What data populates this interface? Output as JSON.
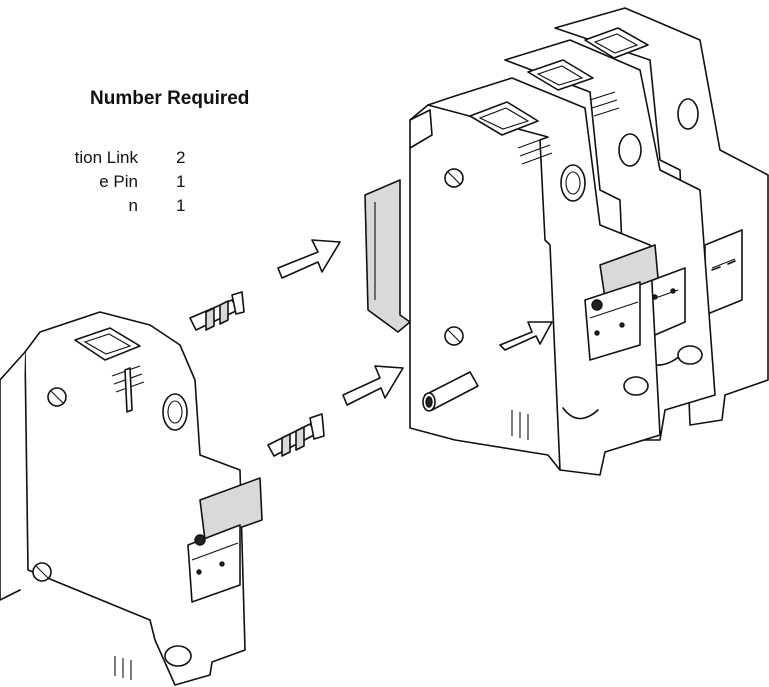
{
  "header": {
    "title": "Number Required"
  },
  "parts": [
    {
      "name": "tion Link",
      "qty": "2"
    },
    {
      "name": "e Pin",
      "qty": "1"
    },
    {
      "name": "n",
      "qty": "1"
    }
  ],
  "colors": {
    "line": "#111111",
    "shade": "#d9d9d9",
    "background": "#ffffff"
  }
}
